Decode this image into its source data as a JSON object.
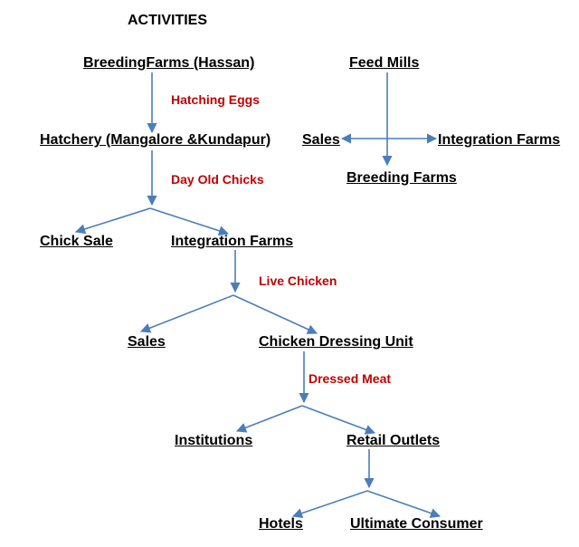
{
  "title": "ACTIVITIES",
  "colors": {
    "arrow": "#4a7ebb",
    "edge_label": "#c00000",
    "node_text": "#000000"
  },
  "nodes": {
    "breeding_farms_hassan": "BreedingFarms (Hassan)",
    "hatchery": "Hatchery (Mangalore &Kundapur)",
    "chick_sale": "Chick Sale",
    "integration_farms_main": "Integration Farms",
    "sales_main": "Sales",
    "chicken_dressing_unit": "Chicken Dressing Unit",
    "institutions": "Institutions",
    "retail_outlets": "Retail Outlets",
    "hotels": "Hotels",
    "ultimate_consumer": "Ultimate Consumer",
    "feed_mills": "Feed Mills",
    "sales_feed": "Sales",
    "integration_farms_feed": "Integration Farms",
    "breeding_farms_feed": "Breeding Farms"
  },
  "edge_labels": {
    "hatching_eggs": "Hatching Eggs",
    "day_old_chicks": "Day Old Chicks",
    "live_chicken": "Live Chicken",
    "dressed_meat": "Dressed Meat"
  }
}
